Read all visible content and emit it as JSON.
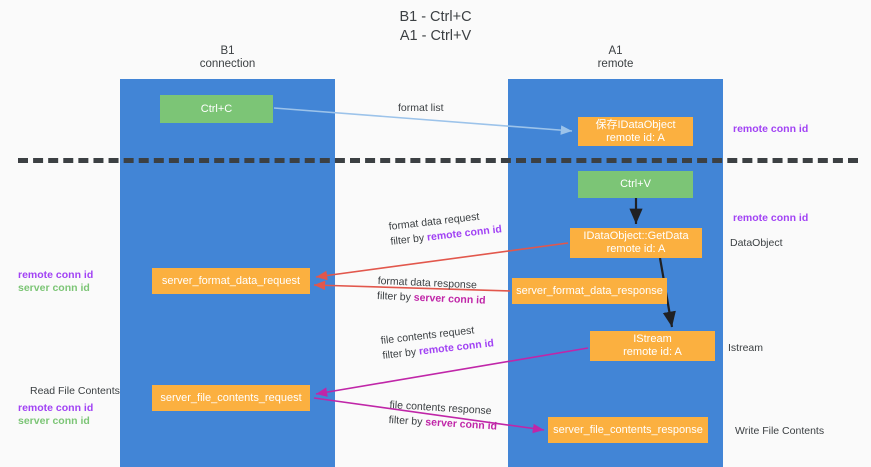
{
  "title": {
    "line1": "B1 - Ctrl+C",
    "line2": "A1 - Ctrl+V"
  },
  "columns": [
    {
      "name": "B1",
      "sub": "connection",
      "color": "#4285d6"
    },
    {
      "name": "A1",
      "sub": "remote",
      "color": "#4285d6"
    }
  ],
  "colors": {
    "band": "#4285d6",
    "green_node": "#7cc576",
    "orange_node": "#fbb040",
    "remote_conn_id": "#a142f4",
    "server_conn_id_green": "#7cc576",
    "server_conn_id_magenta": "#c026a8",
    "arrow_blue": "#9cc3ea",
    "arrow_red": "#e2574c",
    "arrow_magenta": "#c026a8",
    "arrow_black": "#202124",
    "text": "#3c4043",
    "background": "#fafafa"
  },
  "nodes": {
    "ctrl_c": {
      "label": "Ctrl+C"
    },
    "save_dataobject": {
      "line1": "保存IDataObject",
      "line2": "remote id: A"
    },
    "ctrl_v": {
      "label": "Ctrl+V"
    },
    "getdata": {
      "line1": "IDataObject::GetData",
      "line2": "remote id: A"
    },
    "server_format_data_request": {
      "label": "server_format_data_request"
    },
    "server_format_data_response": {
      "label": "server_format_data_response"
    },
    "istream": {
      "line1": "IStream",
      "line2": "remote id: A"
    },
    "server_file_contents_request": {
      "label": "server_file_contents_request"
    },
    "server_file_contents_response": {
      "label": "server_file_contents_response"
    }
  },
  "edge_labels": {
    "format_list": {
      "line1": "format list"
    },
    "format_data_request": {
      "line1": "format data request",
      "filter_prefix": "filter by ",
      "filter_key": "remote conn id"
    },
    "format_data_response": {
      "line1": "format data response",
      "filter_prefix": "filter by ",
      "filter_key": "server conn id"
    },
    "file_contents_request": {
      "line1": "file contents request",
      "filter_prefix": "filter by ",
      "filter_key": "remote conn id"
    },
    "file_contents_response": {
      "line1": "file contents response",
      "filter_prefix": "filter by ",
      "filter_key": "server conn id"
    }
  },
  "side_labels": {
    "right_remote_top": "remote conn id",
    "right_remote_mid": "remote conn id",
    "dataobject": "DataObject",
    "istream": "Istream",
    "write_file_contents": "Write File Contents",
    "left_remote_1": "remote conn id",
    "left_server_1": "server conn id",
    "read_file_contents": "Read File Contents",
    "left_remote_2": "remote conn id",
    "left_server_2": "server conn id"
  },
  "divider": {
    "style": "dashed",
    "color": "#3c4043"
  }
}
